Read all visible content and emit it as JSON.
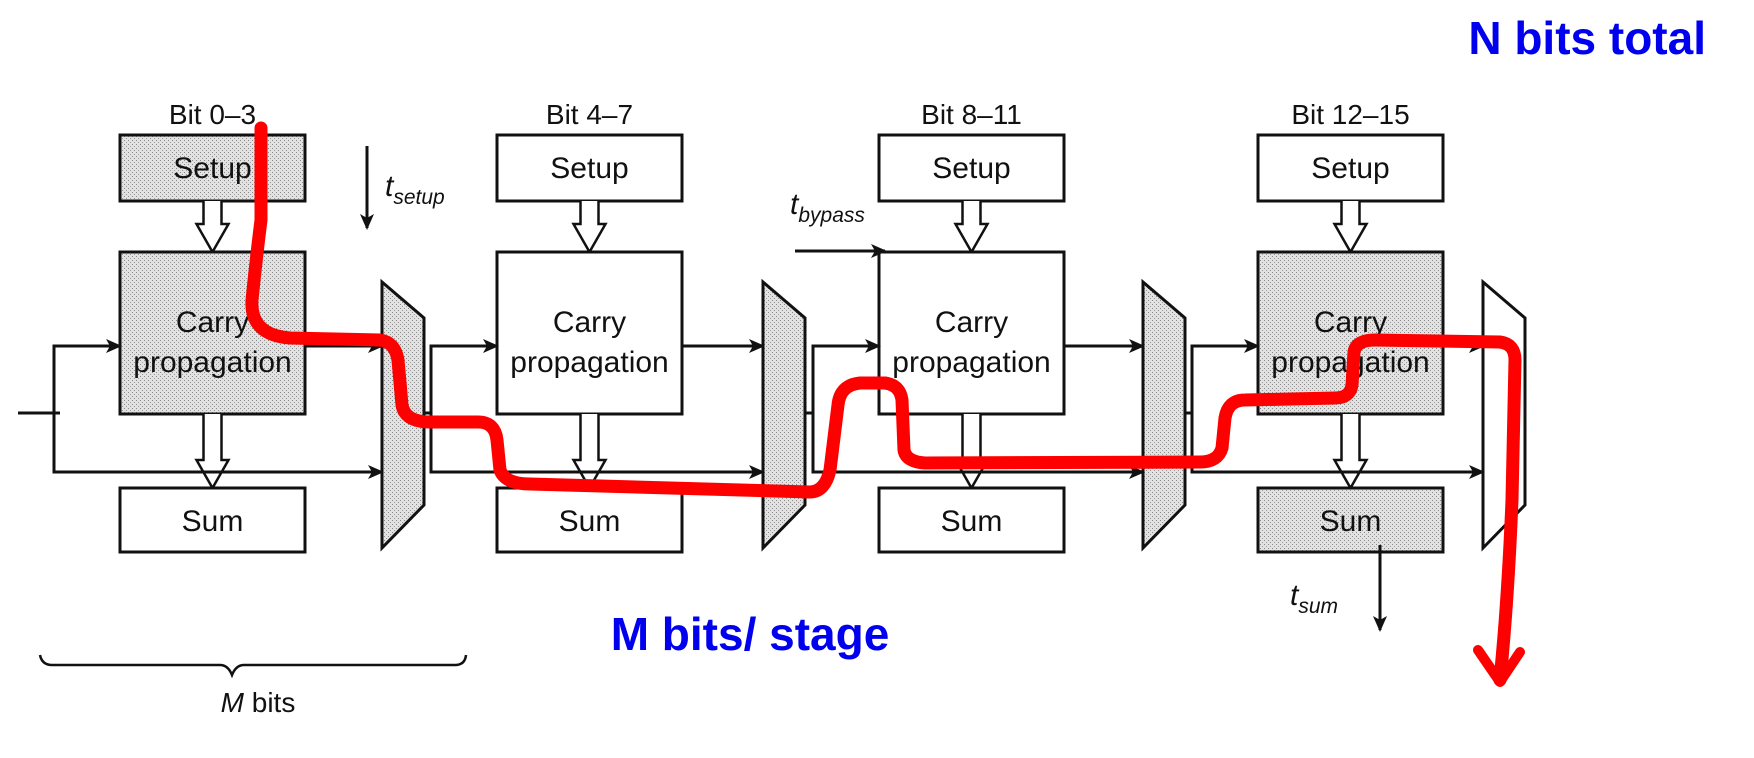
{
  "title": "N bits total",
  "subtitle": "M bits/ stage",
  "colors": {
    "accent_text": "#0000ee",
    "critical_path": "#ff0000",
    "shaded_block": "#d4d4d4",
    "line": "#111111"
  },
  "stages": [
    {
      "bit_label": "Bit 0–3",
      "setup": "Setup",
      "carry_line1": "Carry",
      "carry_line2": "propagation",
      "sum": "Sum",
      "shaded_setup": true,
      "shaded_carry": true,
      "shaded_sum": false,
      "shaded_mux": true
    },
    {
      "bit_label": "Bit 4–7",
      "setup": "Setup",
      "carry_line1": "Carry",
      "carry_line2": "propagation",
      "sum": "Sum",
      "shaded_setup": false,
      "shaded_carry": false,
      "shaded_sum": false,
      "shaded_mux": true
    },
    {
      "bit_label": "Bit 8–11",
      "setup": "Setup",
      "carry_line1": "Carry",
      "carry_line2": "propagation",
      "sum": "Sum",
      "shaded_setup": false,
      "shaded_carry": false,
      "shaded_sum": false,
      "shaded_mux": true
    },
    {
      "bit_label": "Bit 12–15",
      "setup": "Setup",
      "carry_line1": "Carry",
      "carry_line2": "propagation",
      "sum": "Sum",
      "shaded_setup": false,
      "shaded_carry": true,
      "shaded_sum": true,
      "shaded_mux": false
    }
  ],
  "timing": {
    "setup": {
      "t": "t",
      "sub": "setup"
    },
    "bypass": {
      "t": "t",
      "sub": "bypass"
    },
    "sum": {
      "t": "t",
      "sub": "sum"
    }
  },
  "brace_label": {
    "italic": "M",
    "rest": " bits"
  }
}
